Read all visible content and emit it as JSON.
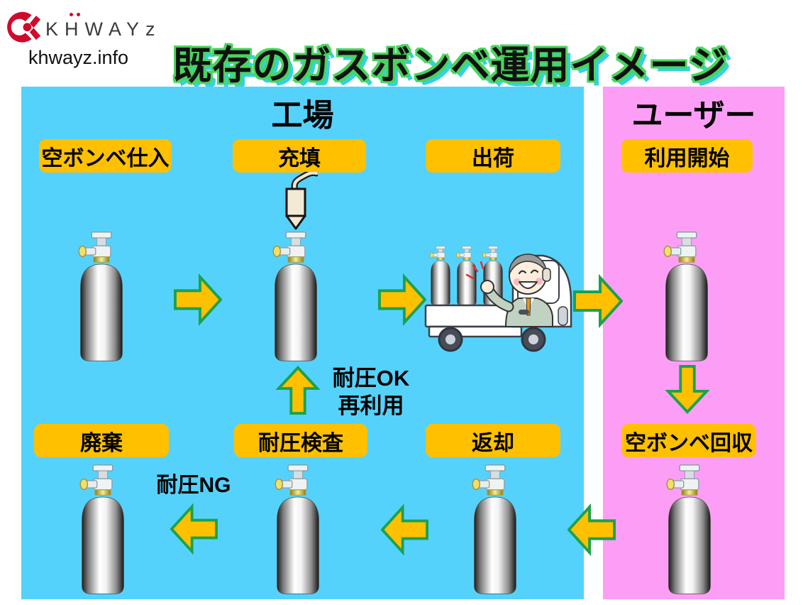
{
  "brand": {
    "name": "KHWAYz",
    "site": "khwayz.info"
  },
  "title": "既存のガスボンベ運用イメージ",
  "regions": {
    "factory": "工場",
    "user": "ユーザー"
  },
  "steps": {
    "buy_empty": "空ボンベ仕入",
    "fill": "充填",
    "ship": "出荷",
    "start_use": "利用開始",
    "dispose": "廃棄",
    "pressure_test": "耐圧検査",
    "return": "返却",
    "collect_empty": "空ボンベ回収"
  },
  "notes": {
    "pressure_ok": "耐圧OK",
    "reuse": "再利用",
    "pressure_ng": "耐圧NG"
  },
  "colors": {
    "factory_bg": "#55d2fb",
    "user_bg": "#fc9ef6",
    "step_bg": "#ffc000",
    "arrow_fill": "#ffc000",
    "arrow_stroke": "#1ca14d",
    "title_outline": "#49d45f",
    "title_shadow": "#33d2df",
    "logo_red": "#cf0a2c"
  }
}
